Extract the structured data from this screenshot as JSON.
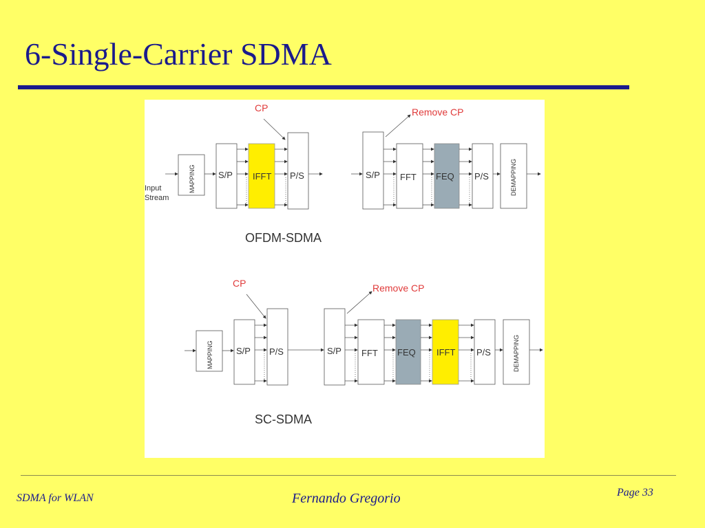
{
  "slide": {
    "title": "6-Single-Carrier SDMA",
    "footer_left": "SDMA for WLAN",
    "footer_center": "Fernando Gregorio",
    "page": "Page 33"
  },
  "colors": {
    "background": "#ffff66",
    "title": "#1a1a8c",
    "ifft_block": "#ffee00",
    "feq_block": "#9aabb5",
    "annotation": "#e03a3a"
  },
  "diagram": {
    "ofdm": {
      "caption": "OFDM-SDMA",
      "cp": "CP",
      "remove_cp": "Remove CP",
      "input_line1": "Input",
      "input_line2": "Stream",
      "mapping": "MAPPING",
      "sp_tx": "S/P",
      "ifft": "IFFT",
      "ps_tx": "P/S",
      "sp_rx": "S/P",
      "fft": "FFT",
      "feq": "FEQ",
      "ps_rx": "P/S",
      "demapping": "DEMAPPING"
    },
    "sc": {
      "caption": "SC-SDMA",
      "cp": "CP",
      "remove_cp": "Remove CP",
      "mapping": "MAPPING",
      "sp_tx": "S/P",
      "ps_tx": "P/S",
      "sp_rx": "S/P",
      "fft": "FFT",
      "feq": "FEQ",
      "ifft": "IFFT",
      "ps_rx": "P/S",
      "demapping": "DEMAPPING"
    }
  }
}
